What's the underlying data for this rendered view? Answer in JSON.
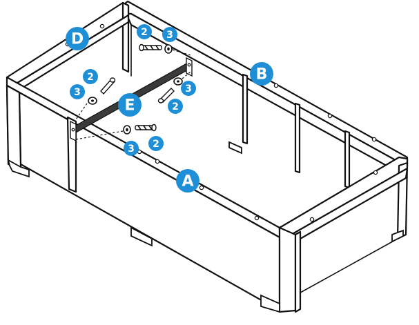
{
  "colors": {
    "badge": "#1e8fd6",
    "badge_text": "#ffffff",
    "line": "#111111",
    "bracket": "#3a3a3a"
  },
  "labels": {
    "part_a": "A",
    "part_b": "B",
    "part_d": "D",
    "part_e": "E",
    "screw": "2",
    "washer": "3"
  }
}
